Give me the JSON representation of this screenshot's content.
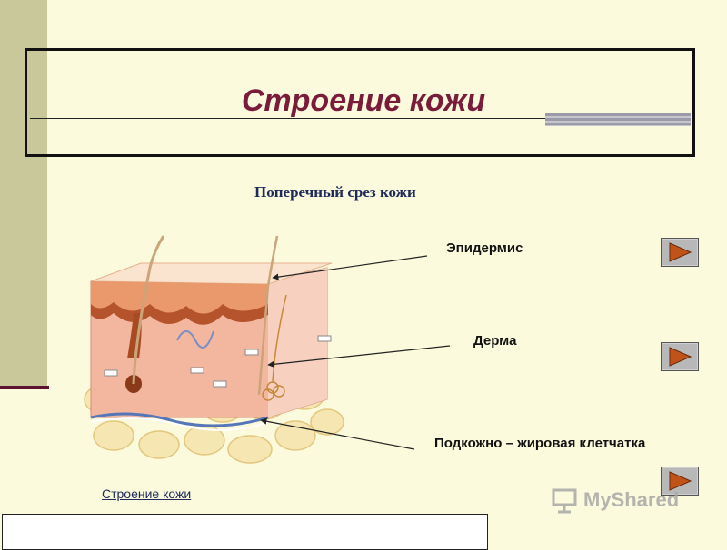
{
  "slide": {
    "title": "Строение кожи",
    "subtitle": "Поперечный срез кожи"
  },
  "labels": {
    "epidermis": "Эпидермис",
    "dermis": "Дерма",
    "subcutaneous": "Подкожно – жировая клетчатка"
  },
  "caption": "Строение кожи",
  "watermark": "MyShared",
  "colors": {
    "title": "#7a1b3a",
    "background": "#fbfadc",
    "left_bar": "#c8c89a",
    "nav_arrow": "#c0531a"
  },
  "nav_buttons": [
    {
      "icon": "play-arrow-icon"
    },
    {
      "icon": "play-arrow-icon"
    },
    {
      "icon": "play-arrow-icon"
    }
  ]
}
